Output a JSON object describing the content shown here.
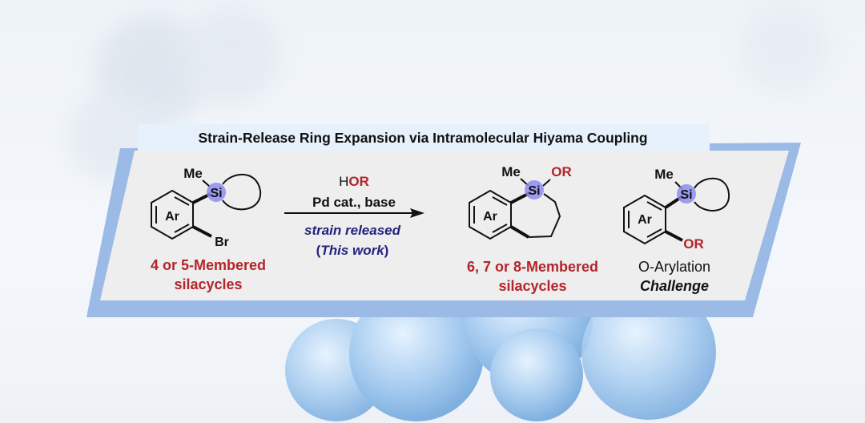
{
  "title": "Strain-Release Ring Expansion via Intramolecular Hiyama Coupling",
  "reactant": {
    "me": "Me",
    "si": "Si",
    "ar": "Ar",
    "br": "Br",
    "caption_line1": "4 or 5-Membered",
    "caption_line2": "silacycles"
  },
  "conditions": {
    "reagent_h": "H",
    "reagent_or": "OR",
    "catalyst": "Pd cat., base",
    "note1": "strain released",
    "note2_open": "(",
    "note2_text": "This work",
    "note2_close": ")"
  },
  "product": {
    "me": "Me",
    "si": "Si",
    "or": "OR",
    "ar": "Ar",
    "caption_line1": "6, 7 or 8-Membered",
    "caption_line2": "silacycles"
  },
  "side_product": {
    "me": "Me",
    "si": "Si",
    "ar": "Ar",
    "or": "OR",
    "caption_line1": "O-Arylation",
    "caption_line2": "Challenge"
  },
  "colors": {
    "red": "#b3242b",
    "navy": "#23237e",
    "si_highlight": "#8d8cf0",
    "panel": "#eeeeee",
    "band": "#9bbbe6"
  }
}
